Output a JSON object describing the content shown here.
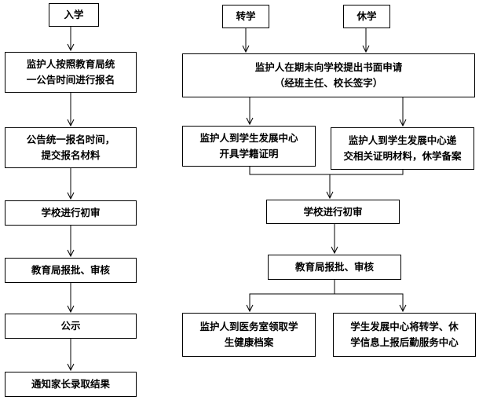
{
  "nodes": {
    "enroll": {
      "lines": [
        "入学"
      ]
    },
    "register": {
      "lines": [
        "监护人按照教育局统",
        "一公告时间进行报名"
      ]
    },
    "submit": {
      "lines": [
        "公告统一报名时间，",
        "提交报名材料"
      ]
    },
    "review_left": {
      "lines": [
        "学校进行初审"
      ]
    },
    "approve_left": {
      "lines": [
        "教育局报批、审核"
      ]
    },
    "publicize": {
      "lines": [
        "公示"
      ]
    },
    "notify": {
      "lines": [
        "通知家长录取结果"
      ]
    },
    "transfer": {
      "lines": [
        "转学"
      ]
    },
    "suspend": {
      "lines": [
        "休学"
      ]
    },
    "apply": {
      "lines": [
        "监护人在期末向学校提出书面申请",
        "（经班主任、校长签字）"
      ]
    },
    "cert": {
      "lines": [
        "监护人到学生发展中心",
        "开具学籍证明"
      ]
    },
    "submit_docs": {
      "lines": [
        "监护人到学生发展中心递",
        "交相关证明材料，休学备案"
      ]
    },
    "review_right": {
      "lines": [
        "学校进行初审"
      ]
    },
    "approve_right": {
      "lines": [
        "教育局报批、审核"
      ]
    },
    "health": {
      "lines": [
        "监护人到医务室领取学",
        "生健康档案"
      ]
    },
    "report": {
      "lines": [
        "学生发展中心将转学、休",
        "学信息上报后勤服务中心"
      ]
    }
  }
}
